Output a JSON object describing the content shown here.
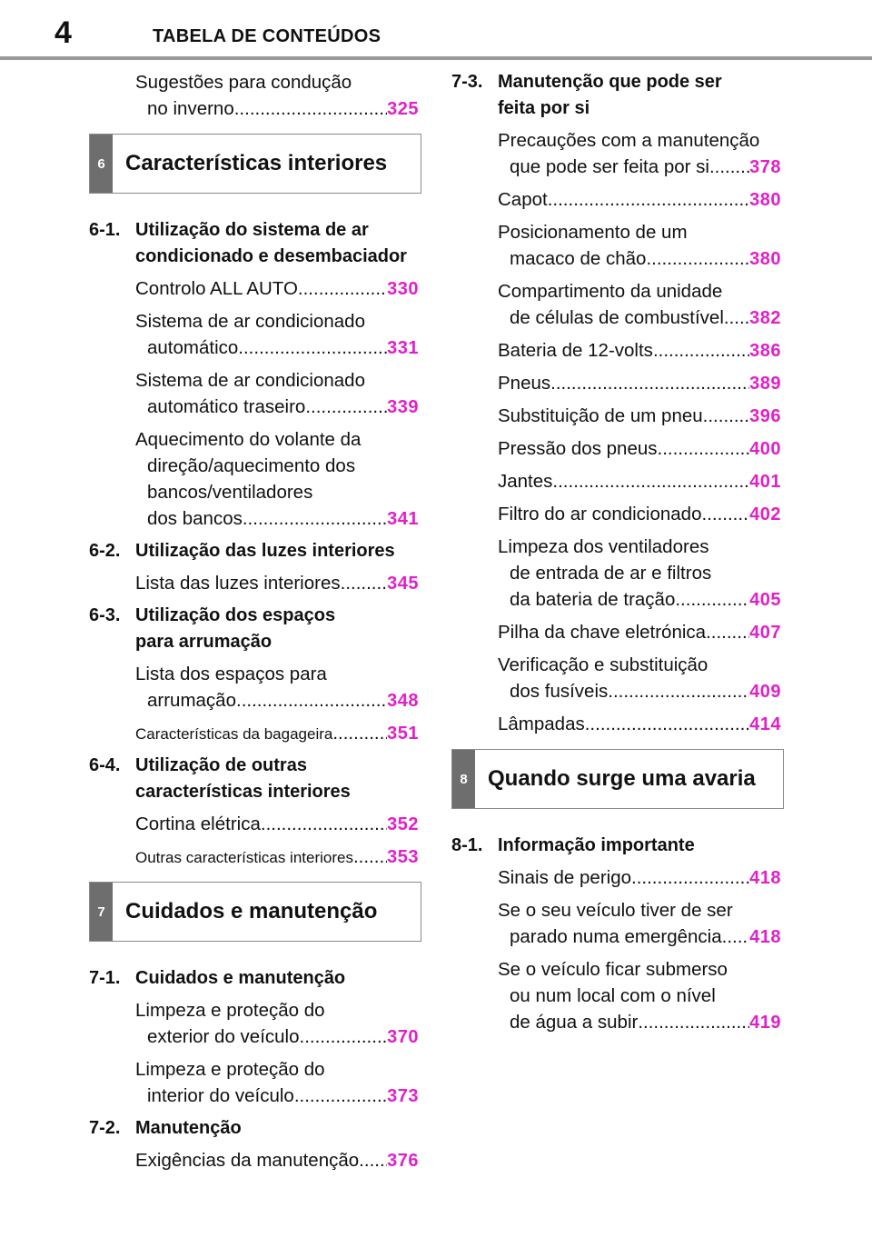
{
  "header": {
    "page_number": "4",
    "title": "TABELA DE CONTEÚDOS"
  },
  "left": {
    "e0": {
      "lines": [
        "Sugestões para condução"
      ],
      "last": "no inverno",
      "page": "325"
    },
    "s6": {
      "num": "6",
      "title": "Características interiores"
    },
    "sub61": {
      "num": "6-1.",
      "lines": [
        "Utilização do sistema de ar",
        "condicionado e desembaciador"
      ]
    },
    "e611": {
      "lines": [],
      "last": "Controlo ALL AUTO",
      "page": "330"
    },
    "e612": {
      "lines": [
        "Sistema de ar condicionado"
      ],
      "last": "automático",
      "page": "331"
    },
    "e613": {
      "lines": [
        "Sistema de ar condicionado"
      ],
      "last": "automático traseiro",
      "page": "339"
    },
    "e614": {
      "lines": [
        "Aquecimento do volante da",
        "direção/aquecimento dos",
        "bancos/ventiladores"
      ],
      "last": "dos bancos",
      "page": "341"
    },
    "sub62": {
      "num": "6-2.",
      "lines": [
        "Utilização das luzes interiores"
      ]
    },
    "e621": {
      "lines": [],
      "last": "Lista das luzes interiores",
      "page": "345"
    },
    "sub63": {
      "num": "6-3.",
      "lines": [
        "Utilização dos espaços",
        "para arrumação"
      ]
    },
    "e631": {
      "lines": [
        "Lista dos espaços para"
      ],
      "last": "arrumação",
      "page": "348"
    },
    "e632": {
      "lines": [],
      "last": "Características da bagageira",
      "page": "351"
    },
    "sub64": {
      "num": "6-4.",
      "lines": [
        "Utilização de outras",
        "características interiores"
      ]
    },
    "e641": {
      "lines": [],
      "last": "Cortina elétrica",
      "page": "352"
    },
    "e642": {
      "lines": [],
      "last": "Outras características interiores",
      "page": "353"
    },
    "s7": {
      "num": "7",
      "title": "Cuidados e manutenção"
    },
    "sub71": {
      "num": "7-1.",
      "lines": [
        "Cuidados e manutenção"
      ]
    },
    "e711": {
      "lines": [
        "Limpeza e proteção do"
      ],
      "last": "exterior do veículo",
      "page": "370"
    },
    "e712": {
      "lines": [
        "Limpeza e proteção do"
      ],
      "last": "interior do veículo",
      "page": "373"
    },
    "sub72": {
      "num": "7-2.",
      "lines": [
        "Manutenção"
      ]
    },
    "e721": {
      "lines": [],
      "last": "Exigências da manutenção",
      "page": "376"
    }
  },
  "right": {
    "sub73": {
      "num": "7-3.",
      "lines": [
        "Manutenção que pode ser",
        "feita por si"
      ]
    },
    "e731": {
      "lines": [
        "Precauções com a manutenção"
      ],
      "last": "que pode ser feita por si",
      "page": "378"
    },
    "e732": {
      "lines": [],
      "last": "Capot",
      "page": "380"
    },
    "e733": {
      "lines": [
        "Posicionamento de um"
      ],
      "last": "macaco de chão",
      "page": "380"
    },
    "e734": {
      "lines": [
        "Compartimento da unidade"
      ],
      "last": "de células de combustível",
      "page": "382"
    },
    "e735": {
      "lines": [],
      "last": "Bateria de 12-volts",
      "page": "386"
    },
    "e736": {
      "lines": [],
      "last": "Pneus",
      "page": "389"
    },
    "e737": {
      "lines": [],
      "last": "Substituição de um pneu",
      "page": "396"
    },
    "e738": {
      "lines": [],
      "last": "Pressão dos pneus",
      "page": "400"
    },
    "e739": {
      "lines": [],
      "last": "Jantes",
      "page": "401"
    },
    "e7310": {
      "lines": [],
      "last": "Filtro do ar condicionado",
      "page": "402"
    },
    "e7311": {
      "lines": [
        "Limpeza dos ventiladores",
        "de entrada de ar e filtros"
      ],
      "last": "da bateria de tração",
      "page": "405"
    },
    "e7312": {
      "lines": [],
      "last": "Pilha da chave eletrónica",
      "page": "407"
    },
    "e7313": {
      "lines": [
        "Verificação e substituição"
      ],
      "last": "dos fusíveis",
      "page": "409"
    },
    "e7314": {
      "lines": [],
      "last": "Lâmpadas",
      "page": "414"
    },
    "s8": {
      "num": "8",
      "title": "Quando surge uma avaria"
    },
    "sub81": {
      "num": "8-1.",
      "lines": [
        "Informação importante"
      ]
    },
    "e811": {
      "lines": [],
      "last": "Sinais de perigo",
      "page": "418"
    },
    "e812": {
      "lines": [
        "Se o seu veículo tiver de ser"
      ],
      "last": "parado numa emergência",
      "page": "418"
    },
    "e813": {
      "lines": [
        "Se o veículo ficar submerso",
        "ou num local com o nível"
      ],
      "last": "de água a subir",
      "page": "419"
    }
  }
}
